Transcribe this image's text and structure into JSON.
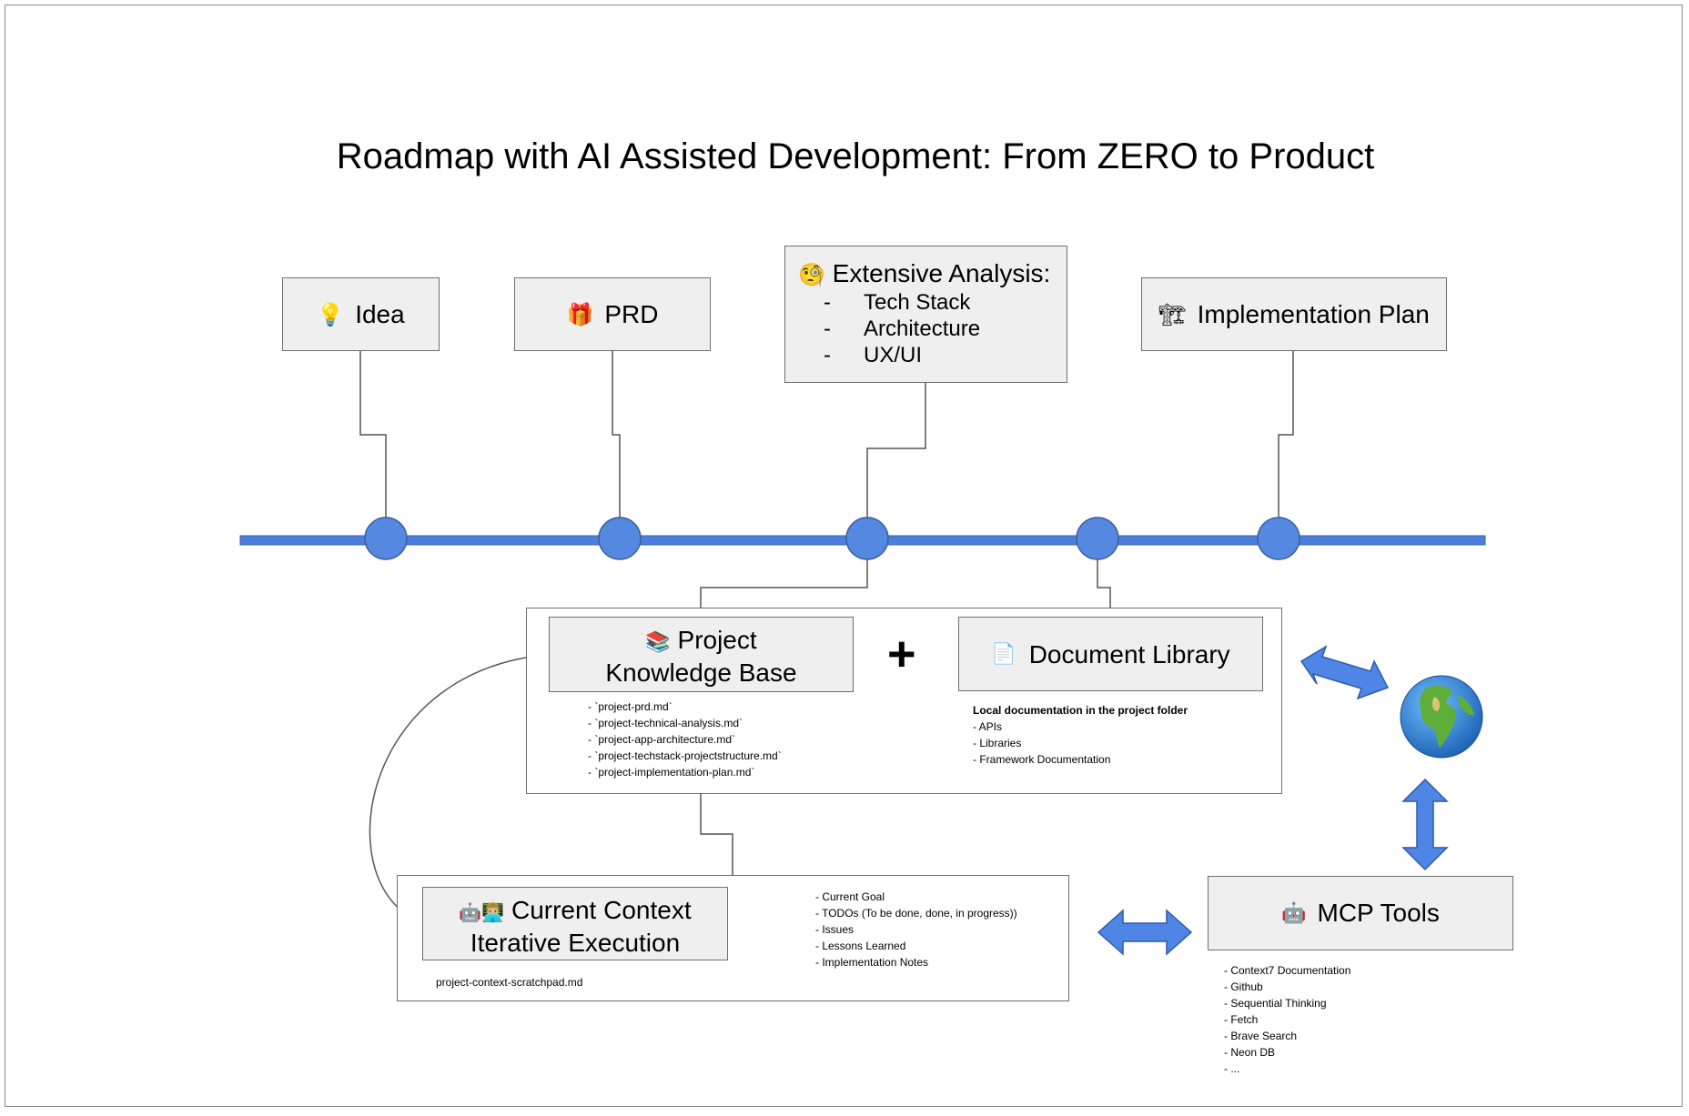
{
  "title": "Roadmap with AI Assisted Development: From ZERO to Product",
  "colors": {
    "timeline": "#4a7fdf",
    "node": "#5588e0",
    "node_stroke": "#3d5f9c",
    "arrow": "#4f86e6",
    "box_fill": "#efefef",
    "box_border": "#6f6f6f"
  },
  "milestones": {
    "idea": {
      "icon": "💡",
      "label": "Idea"
    },
    "prd": {
      "icon": "🎁",
      "label": "PRD"
    },
    "analysis": {
      "icon": "🧐",
      "title": "Extensive Analysis:",
      "items": [
        "Tech Stack",
        "Architecture",
        "UX/UI"
      ]
    },
    "plan": {
      "icon": "🏗",
      "label": "Implementation Plan"
    }
  },
  "knowledge_base": {
    "icon": "📚",
    "line1": "Project",
    "line2": "Knowledge Base",
    "files": [
      "- `project-prd.md`",
      "- `project-technical-analysis.md`",
      "- `project-app-architecture.md`",
      "- `project-techstack-projectstructure.md`",
      "- `project-implementation-plan.md`"
    ]
  },
  "plus_sign": "+",
  "document_library": {
    "icon": "📄",
    "label": "Document Library",
    "heading": "Local documentation in the project folder",
    "items": [
      "- APIs",
      "- Libraries",
      "- Framework Documentation"
    ]
  },
  "current_context": {
    "icons": "🤖👨🏼‍💻",
    "line1": "Current Context",
    "line2": "Iterative Execution",
    "file": "project-context-scratchpad.md",
    "items": [
      "- Current Goal",
      "- TODOs (To be done, done, in progress))",
      "- Issues",
      "- Lessons Learned",
      "- Implementation Notes"
    ]
  },
  "mcp_tools": {
    "icon": "🤖",
    "label": "MCP Tools",
    "items": [
      "- Context7 Documentation",
      "- Github",
      "- Sequential Thinking",
      "- Fetch",
      "- Brave Search",
      "- Neon DB",
      "- ..."
    ]
  },
  "icons": {
    "globe": "globe-icon",
    "double_arrow": "double-arrow-icon",
    "loop_arrow": "loop-arrow-icon"
  }
}
